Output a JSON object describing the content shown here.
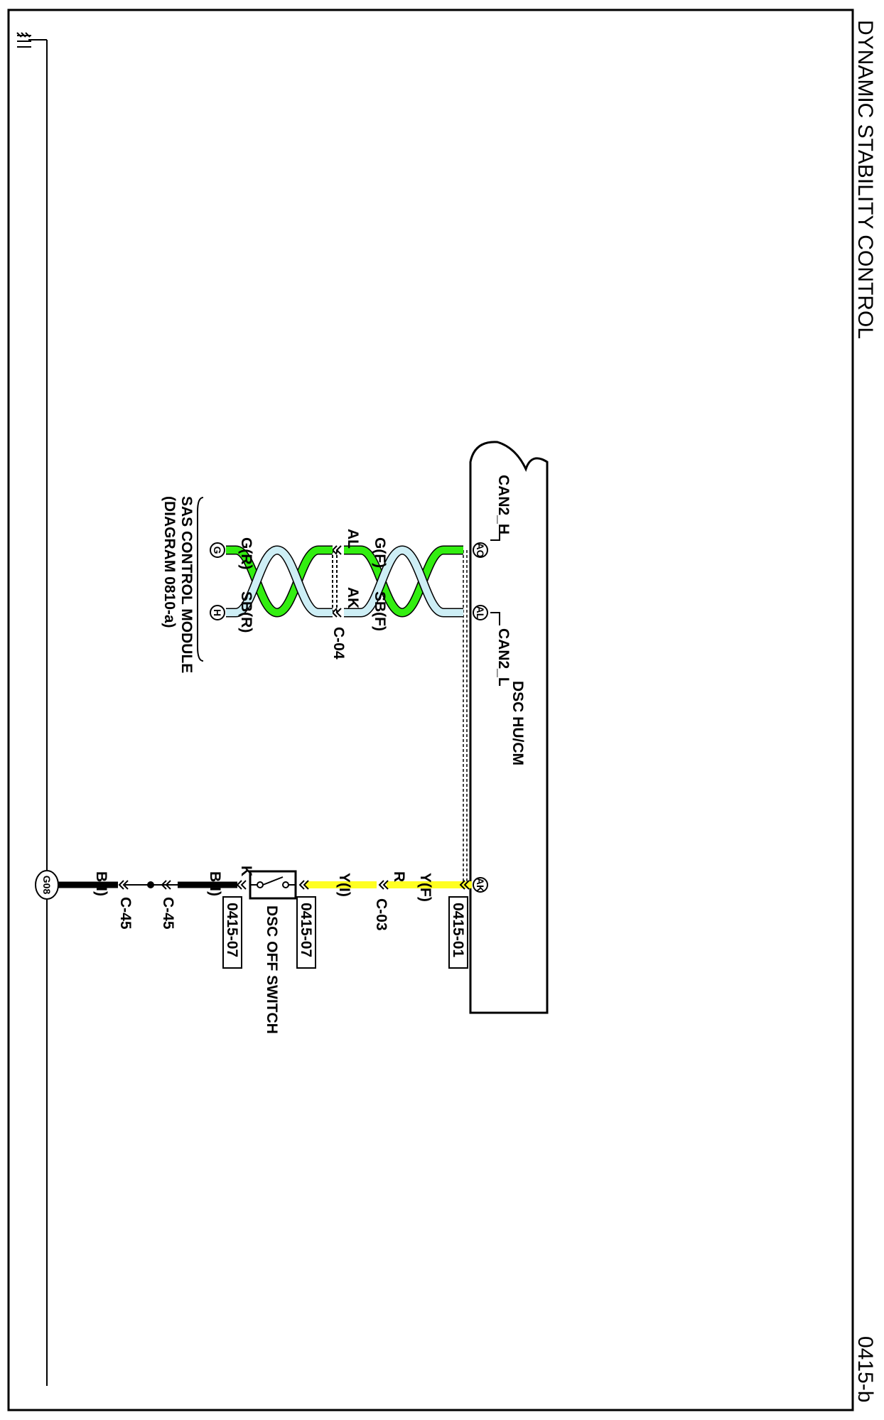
{
  "header": {
    "title": "DYNAMIC STABILITY CONTROL",
    "page_code": "0415-b"
  },
  "modules": {
    "dsc": {
      "name": "DSC HU/CM",
      "pin_can_h": "AO",
      "pin_can_l": "AL",
      "pin_switch": "AK",
      "can_h_label": "CAN2_H",
      "can_l_label": "CAN2_L",
      "ref": "0415-01"
    },
    "sas": {
      "name": "SAS CONTROL MODULE",
      "sub": "(DIAGRAM 0810-a)",
      "pin_g": "G",
      "pin_h": "H"
    },
    "switch": {
      "name": "DSC OFF SWITCH",
      "ref_top": "0415-07",
      "ref_bottom": "0415-07"
    }
  },
  "wires": {
    "g_f": "G(F)",
    "sb_f": "SB(F)",
    "g_r": "G(R)",
    "sb_r": "SB(R)",
    "y_f": "Y(F)",
    "y_i": "Y(I)",
    "b_i_1": "B(I)",
    "b_i_2": "B(I)"
  },
  "connectors": {
    "c04": "C-04",
    "c04_al": "AL",
    "c04_ak": "AK",
    "c03": "C-03",
    "c03_pin": "R",
    "c45_a": "C-45",
    "c45_b": "C-45",
    "switch_pin": "K"
  },
  "ground": {
    "label": "G08"
  },
  "colors": {
    "green": "#33ee11",
    "light_blue": "#cdeef5",
    "yellow": "#ffff22",
    "black": "#000000"
  }
}
